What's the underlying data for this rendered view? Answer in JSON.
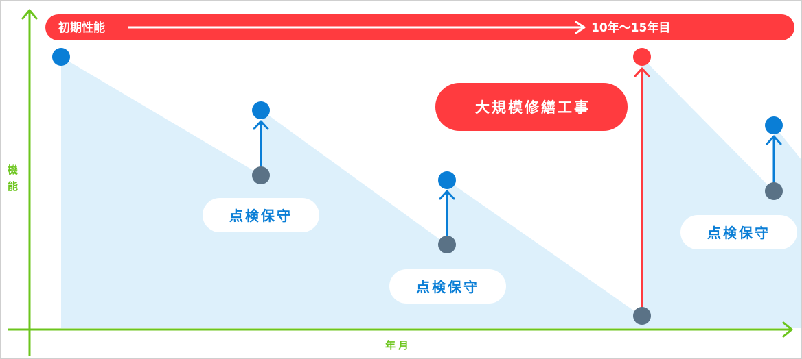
{
  "colors": {
    "green": "#6cc51d",
    "red": "#ff3b3f",
    "blue": "#0a7ed6",
    "slate": "#5a7286",
    "fill": "#ddf0fb",
    "label_text": "#0a7ed6"
  },
  "top_bar": {
    "start_label": "初期性能",
    "end_label": "10年〜15年目"
  },
  "y_axis": {
    "label_chars": [
      "機",
      "能"
    ]
  },
  "x_axis": {
    "label": "年月"
  },
  "major_repair": {
    "label": "大規模修繕工事"
  },
  "inspection_labels": [
    "点検保守",
    "点検保守",
    "点検保守"
  ]
}
